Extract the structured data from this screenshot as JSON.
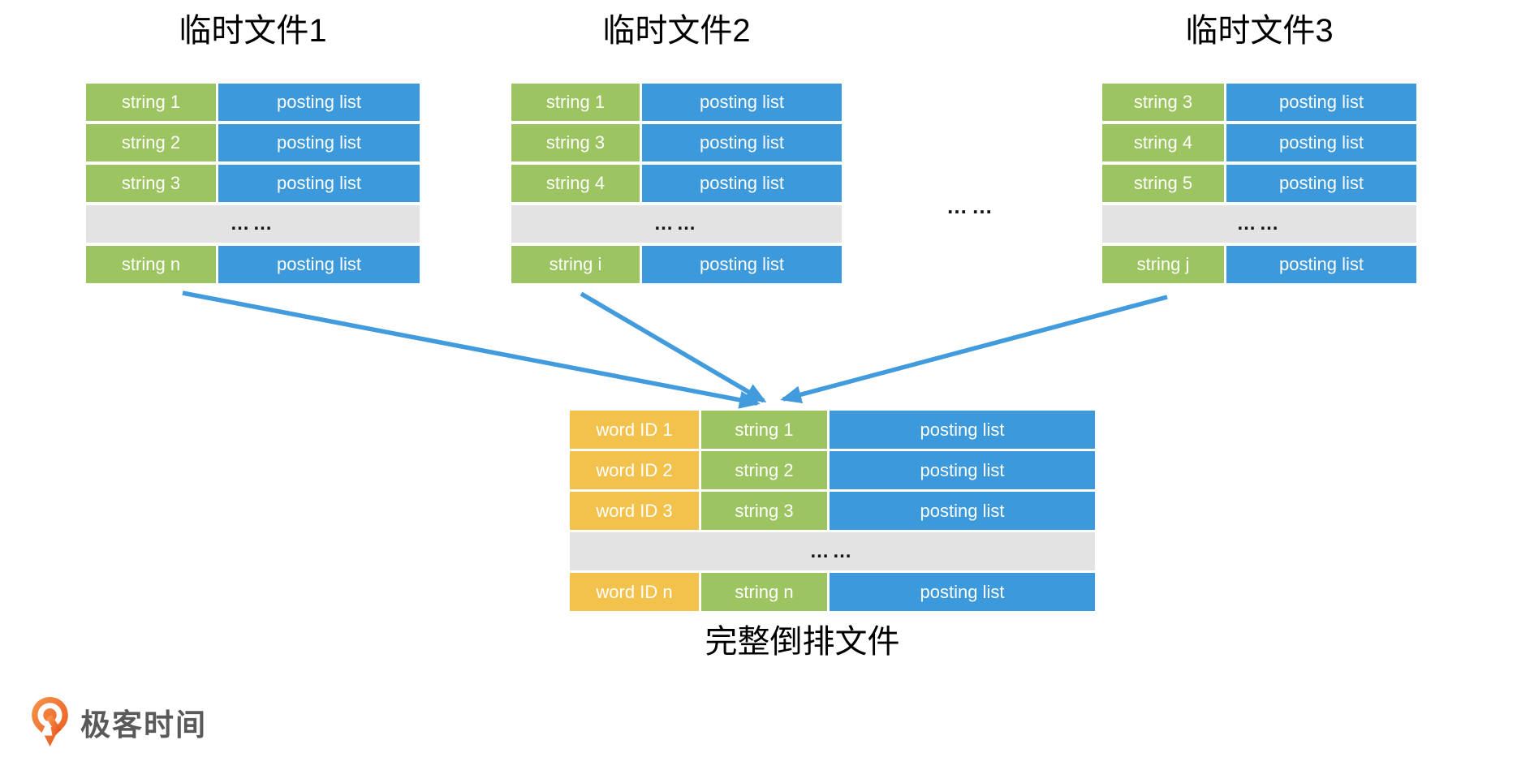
{
  "colors": {
    "cell_green": "#9CC561",
    "cell_blue": "#3C99DB",
    "cell_yellow": "#F2C24D",
    "ellipsis_gray": "#E3E3E3",
    "arrow_blue": "#429BDC",
    "logo_orange": "#ED6C2B",
    "logo_text_gray": "#595959"
  },
  "temp_files": [
    {
      "title": "临时文件1",
      "rows": [
        {
          "string": "string 1",
          "posting": "posting list"
        },
        {
          "string": "string 2",
          "posting": "posting list"
        },
        {
          "string": "string 3",
          "posting": "posting list"
        },
        {
          "ellipsis": "……"
        },
        {
          "string": "string n",
          "posting": "posting list"
        }
      ]
    },
    {
      "title": "临时文件2",
      "rows": [
        {
          "string": "string 1",
          "posting": "posting list"
        },
        {
          "string": "string 3",
          "posting": "posting list"
        },
        {
          "string": "string 4",
          "posting": "posting list"
        },
        {
          "ellipsis": "……"
        },
        {
          "string": "string i",
          "posting": "posting list"
        }
      ]
    },
    {
      "title": "临时文件3",
      "rows": [
        {
          "string": "string 3",
          "posting": "posting list"
        },
        {
          "string": "string 4",
          "posting": "posting list"
        },
        {
          "string": "string 5",
          "posting": "posting list"
        },
        {
          "ellipsis": "……"
        },
        {
          "string": "string j",
          "posting": "posting list"
        }
      ]
    }
  ],
  "separator": "……",
  "merged_file": {
    "caption": "完整倒排文件",
    "rows": [
      {
        "word_id": "word ID 1",
        "string": "string 1",
        "posting": "posting list"
      },
      {
        "word_id": "word ID 2",
        "string": "string 2",
        "posting": "posting list"
      },
      {
        "word_id": "word ID 3",
        "string": "string 3",
        "posting": "posting list"
      },
      {
        "ellipsis": "……"
      },
      {
        "word_id": "word ID n",
        "string": "string n",
        "posting": "posting list"
      }
    ]
  },
  "logo": {
    "text": "极客时间"
  }
}
